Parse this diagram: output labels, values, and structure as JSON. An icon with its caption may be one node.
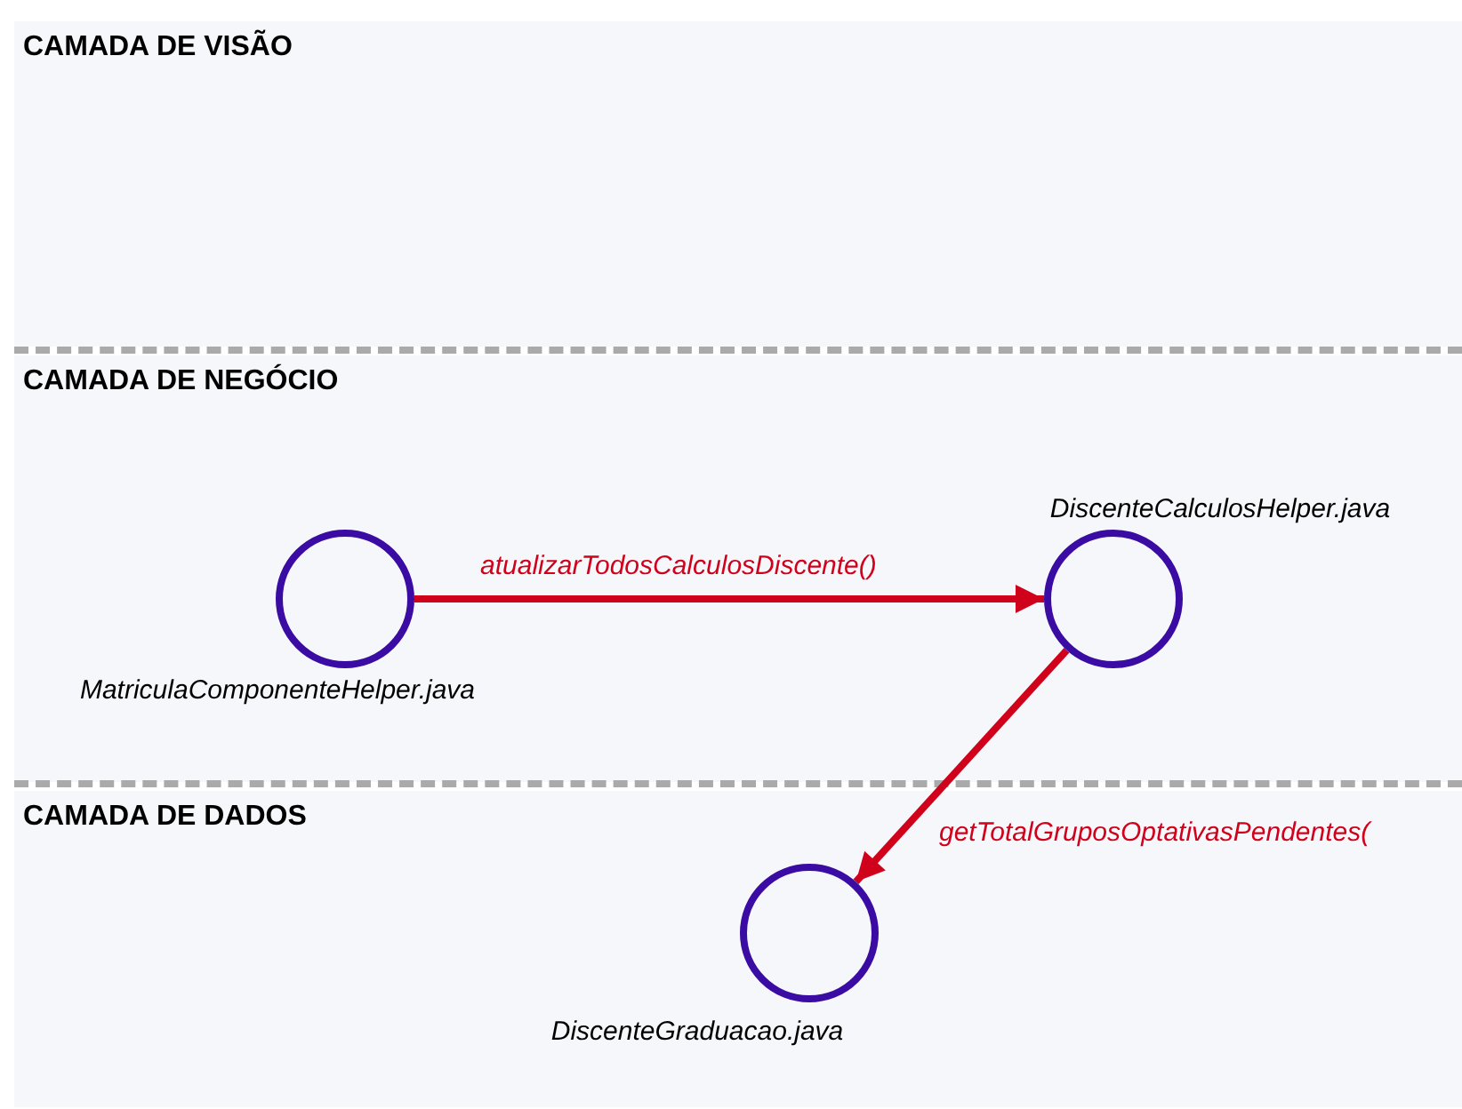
{
  "diagram": {
    "nodes": [
      {
        "text": [
          "CAMADA DE VISÃO"
        ]
      },
      {
        "text": [
          "CAMADA DE NEGÓCIO"
        ]
      },
      {
        "text": [
          "CAMADA DE DADOS"
        ]
      },
      {
        "text": [],
        "shape": "circle",
        "in": 1,
        "beside": [
          "MatriculaComponenteHelper.java"
        ]
      },
      {
        "text": [],
        "shape": "circle",
        "in": 1,
        "beside": [
          "DiscenteCalculosHelper.java"
        ]
      },
      {
        "text": [],
        "shape": "circle",
        "in": 2,
        "beside": [
          "DiscenteGraduacao.java"
        ]
      }
    ],
    "edges": [
      {
        "from": 3,
        "to": 4,
        "arrow": "to",
        "label": "atualizarTodosCalculosDiscente()",
        "color": "#d0021b"
      },
      {
        "from": 4,
        "to": 5,
        "arrow": "to",
        "label": "getTotalGruposOptativasPendentes(",
        "color": "#d0021b"
      }
    ]
  }
}
